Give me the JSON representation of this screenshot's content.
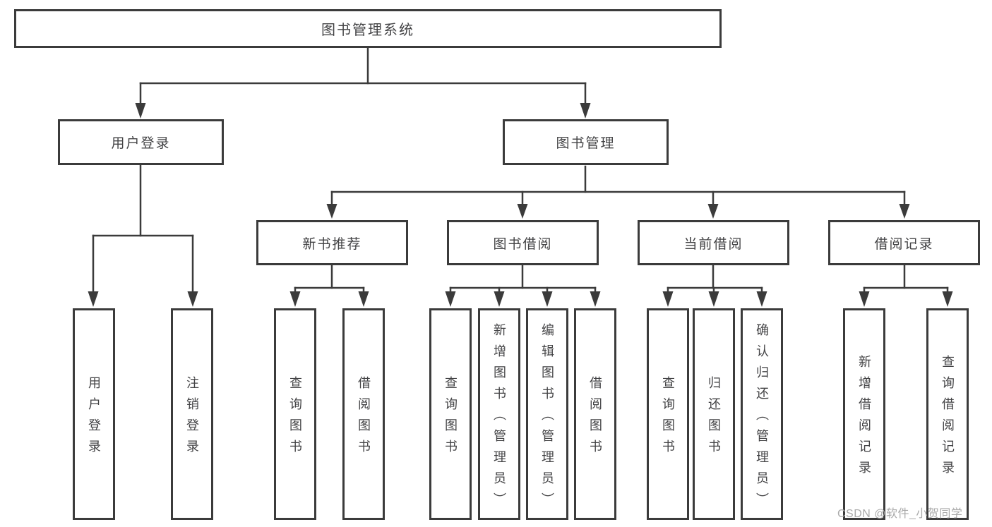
{
  "diagram_title": "图书管理系统",
  "tree": {
    "root": {
      "label": "图书管理系统"
    },
    "branches": [
      {
        "label": "用户登录",
        "children": [
          {
            "label": "用户登录"
          },
          {
            "label": "注销登录"
          }
        ]
      },
      {
        "label": "图书管理",
        "children": [
          {
            "label": "新书推荐",
            "children": [
              {
                "label": "查询图书"
              },
              {
                "label": "借阅图书"
              }
            ]
          },
          {
            "label": "图书借阅",
            "children": [
              {
                "label": "查询图书"
              },
              {
                "label": "新增图书（管理员）"
              },
              {
                "label": "编辑图书（管理员）"
              },
              {
                "label": "借阅图书"
              }
            ]
          },
          {
            "label": "当前借阅",
            "children": [
              {
                "label": "查询图书"
              },
              {
                "label": "归还图书"
              },
              {
                "label": "确认归还（管理员）"
              }
            ]
          },
          {
            "label": "借阅记录",
            "children": [
              {
                "label": "新增借阅记录"
              },
              {
                "label": "查询借阅记录"
              }
            ]
          }
        ]
      }
    ]
  },
  "watermark": {
    "text": "CSDN @软件_小贺同学"
  },
  "colors": {
    "line": "#3b3b3b",
    "box_border": "#3b3b3b",
    "text": "#434345",
    "watermark": "#a9a9a9",
    "background": "#ffffff"
  }
}
